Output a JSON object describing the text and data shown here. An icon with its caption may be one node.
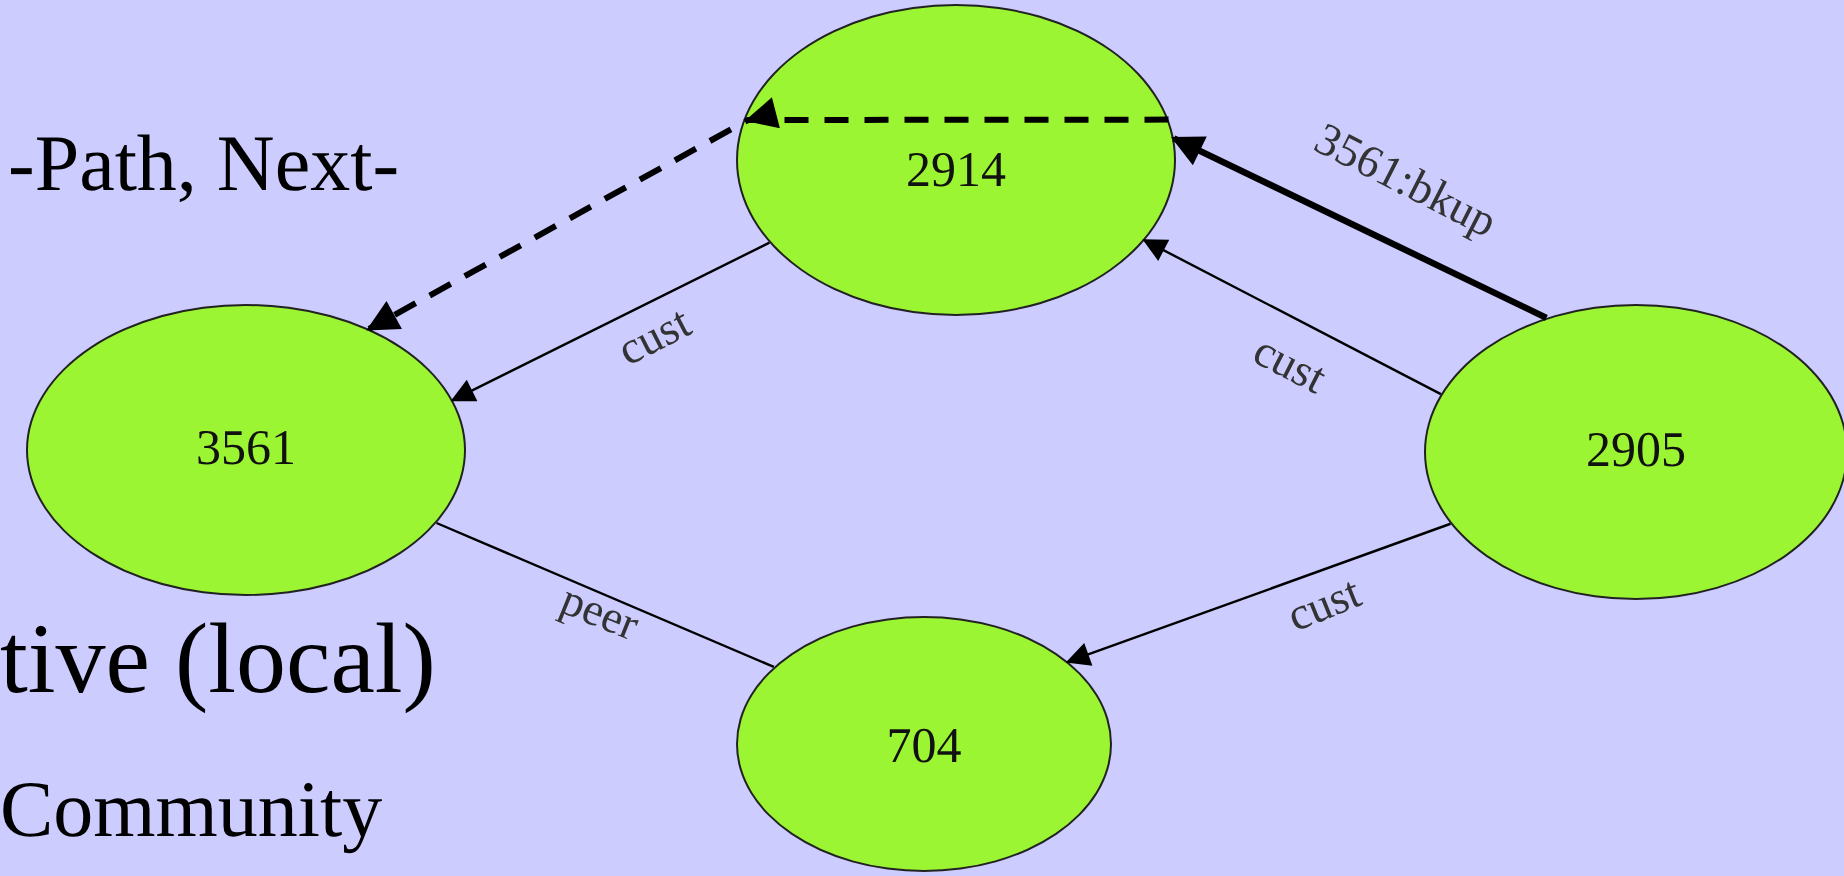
{
  "diagram": {
    "nodes": [
      {
        "text": [
          "2914"
        ]
      },
      {
        "text": [
          "3561"
        ]
      },
      {
        "text": [
          "2905"
        ]
      },
      {
        "text": [
          "704"
        ]
      }
    ],
    "edges": [
      {
        "from": 2,
        "to": 0,
        "arrow": "to",
        "label": "cust"
      },
      {
        "from": 2,
        "to": 0,
        "arrow": "to",
        "label": "3561:bkup",
        "style": "thick"
      },
      {
        "from": 0,
        "to": 1,
        "arrow": "to",
        "style": "dashed"
      },
      {
        "from": 0,
        "to": 1,
        "arrow": "to",
        "label": "cust"
      },
      {
        "from": 2,
        "to": 3,
        "arrow": "to",
        "label": "cust"
      },
      {
        "from": 1,
        "to": 3,
        "arrow": "none",
        "label": "peer"
      }
    ],
    "labels": [
      "-Path, Next-",
      "tive (local)",
      "Community"
    ]
  }
}
